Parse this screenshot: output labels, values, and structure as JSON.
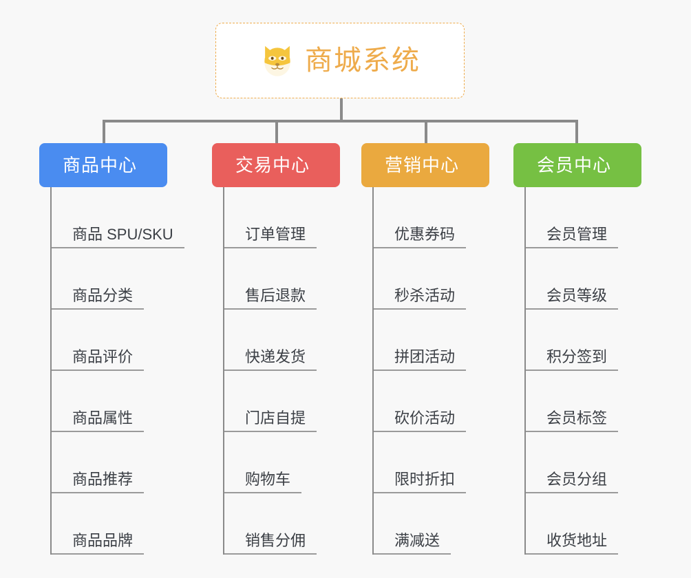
{
  "page": {
    "background": "#f8f8f8",
    "line_color": "#8a8a8a"
  },
  "root": {
    "title": "商城系统",
    "icon": "shiba-dog-face-icon",
    "accent": "#eeab4b",
    "border_style": "dashed"
  },
  "columns": [
    {
      "label": "商品中心",
      "color": "#4a8cf0",
      "items": [
        "商品 SPU/SKU",
        "商品分类",
        "商品评价",
        "商品属性",
        "商品推荐",
        "商品品牌"
      ]
    },
    {
      "label": "交易中心",
      "color": "#e95f5c",
      "items": [
        "订单管理",
        "售后退款",
        "快递发货",
        "门店自提",
        "购物车",
        "销售分佣"
      ]
    },
    {
      "label": "营销中心",
      "color": "#eaa93f",
      "items": [
        "优惠券码",
        "秒杀活动",
        "拼团活动",
        "砍价活动",
        "限时折扣",
        "满减送"
      ]
    },
    {
      "label": "会员中心",
      "color": "#76c043",
      "items": [
        "会员管理",
        "会员等级",
        "积分签到",
        "会员标签",
        "会员分组",
        "收货地址"
      ]
    }
  ]
}
